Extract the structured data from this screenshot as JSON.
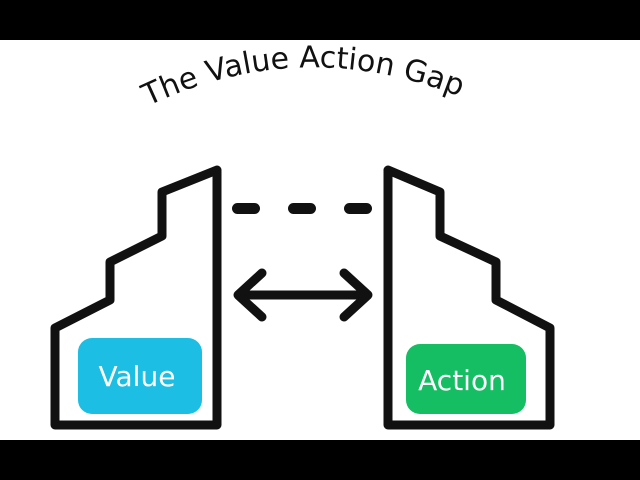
{
  "title": "The Value Action Gap",
  "left_block": {
    "label": "Value",
    "color": "#1cbfe3"
  },
  "right_block": {
    "label": "Action",
    "color": "#15bd63"
  },
  "colors": {
    "background": "#ffffff",
    "letterbox": "#000000",
    "outline": "#111111"
  },
  "icons": {
    "gap": "dashed-line",
    "connector": "double-headed-arrow"
  }
}
